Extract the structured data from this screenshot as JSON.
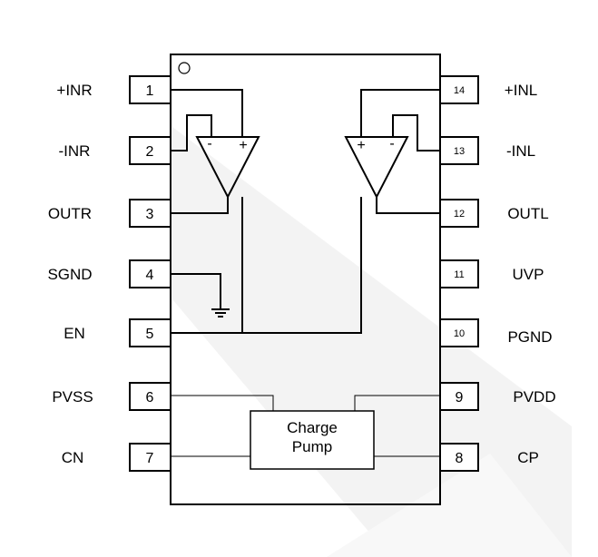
{
  "diagram": {
    "pins_left": [
      {
        "number": "1",
        "label": "+INR"
      },
      {
        "number": "2",
        "label": "-INR"
      },
      {
        "number": "3",
        "label": "OUTR"
      },
      {
        "number": "4",
        "label": "SGND"
      },
      {
        "number": "5",
        "label": "EN"
      },
      {
        "number": "6",
        "label": "PVSS"
      },
      {
        "number": "7",
        "label": "CN"
      }
    ],
    "pins_right": [
      {
        "number": "14",
        "label": "+INL"
      },
      {
        "number": "13",
        "label": "-INL"
      },
      {
        "number": "12",
        "label": "OUTL"
      },
      {
        "number": "11",
        "label": "UVP"
      },
      {
        "number": "10",
        "label": "PGND"
      },
      {
        "number": "9",
        "label": "PVDD"
      },
      {
        "number": "8",
        "label": "CP"
      }
    ],
    "charge_pump": {
      "line1": "Charge",
      "line2": "Pump"
    },
    "opamp_signs": {
      "minus": "-",
      "plus": "+"
    },
    "watermark_color": "#f2f2f2"
  }
}
